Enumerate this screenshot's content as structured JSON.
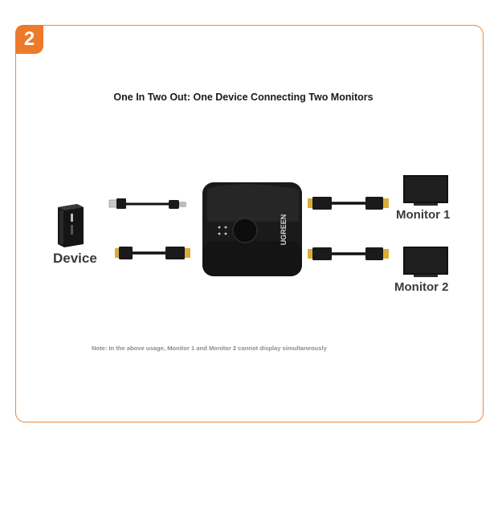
{
  "badge": {
    "number": "2"
  },
  "title": "One In Two Out: One Device Connecting Two Monitors",
  "labels": {
    "device": "Device",
    "monitor1": "Monitor 1",
    "monitor2": "Monitor 2"
  },
  "switch_brand": "UGREEN",
  "note": "Note: In the above usage, Monitor 1 and Monitor 2 cannot display simultaneously",
  "colors": {
    "accent": "#ec7a2a",
    "border": "#f0883a",
    "device_body": "#1b1b1b",
    "cable": "#111111",
    "connector_gold": "#e0b438"
  }
}
